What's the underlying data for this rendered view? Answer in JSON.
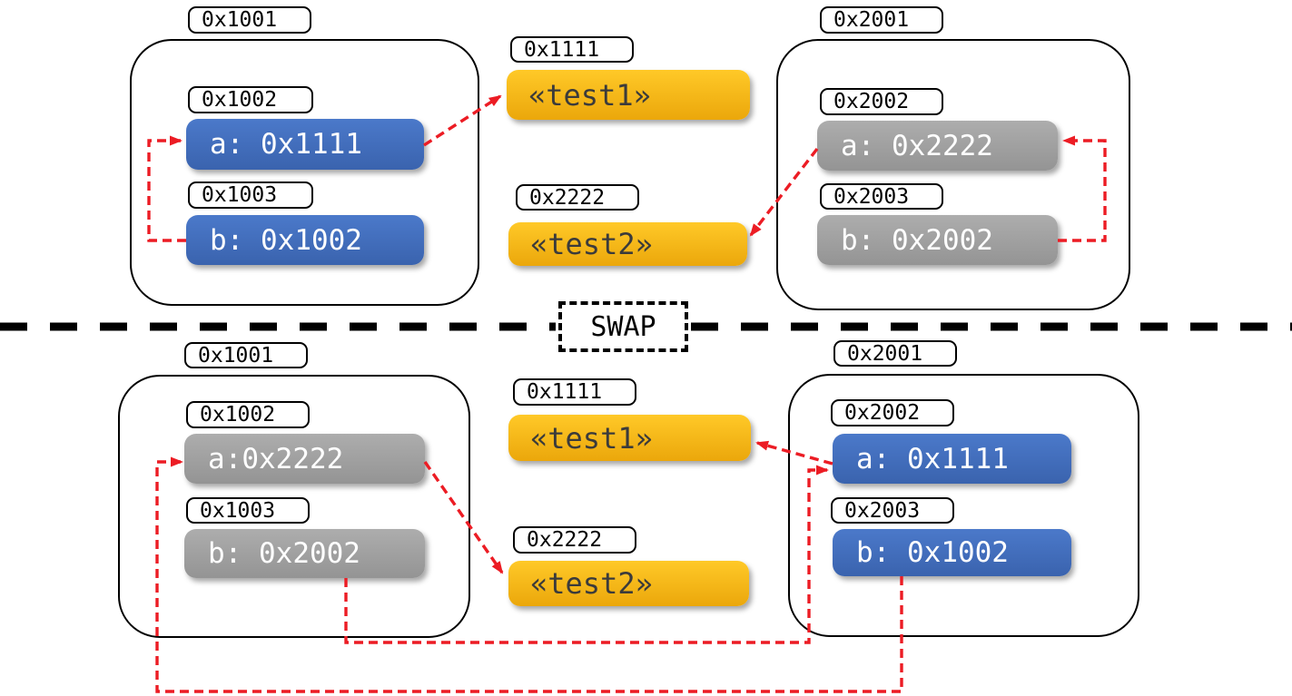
{
  "colors": {
    "slot_blue": "#4472c4",
    "slot_gray": "#9e9e9e",
    "string_yellow": "#fdc623",
    "arrow_red": "#ec1c24",
    "outline_black": "#000000",
    "slot_text": "#ffffff",
    "string_text": "#3b3b3b"
  },
  "divider": {
    "label": "SWAP"
  },
  "before": {
    "object1": {
      "address": "0x1001",
      "slot_a_address": "0x1002",
      "slot_a_value": "a: 0x1111",
      "slot_b_address": "0x1003",
      "slot_b_value": "b: 0x1002"
    },
    "string1": {
      "address": "0x1111",
      "value": "«test1»"
    },
    "string2": {
      "address": "0x2222",
      "value": "«test2»"
    },
    "object2": {
      "address": "0x2001",
      "slot_a_address": "0x2002",
      "slot_a_value": "a: 0x2222",
      "slot_b_address": "0x2003",
      "slot_b_value": "b: 0x2002"
    }
  },
  "after": {
    "object1": {
      "address": "0x1001",
      "slot_a_address": "0x1002",
      "slot_a_value": "a:0x2222",
      "slot_b_address": "0x1003",
      "slot_b_value": "b: 0x2002"
    },
    "string1": {
      "address": "0x1111",
      "value": "«test1»"
    },
    "string2": {
      "address": "0x2222",
      "value": "«test2»"
    },
    "object2": {
      "address": "0x2001",
      "slot_a_address": "0x2002",
      "slot_a_value": "a: 0x1111",
      "slot_b_address": "0x2003",
      "slot_b_value": "b: 0x1002"
    }
  }
}
